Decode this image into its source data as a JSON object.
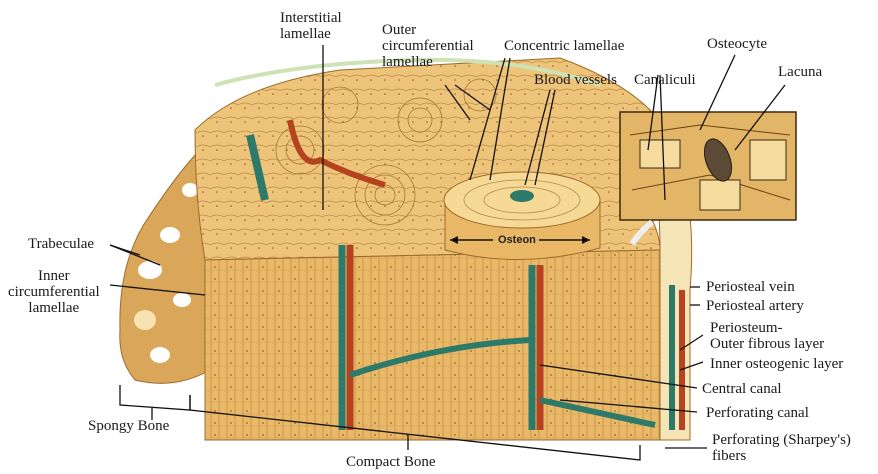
{
  "labels": {
    "interstitial": "Interstitial\nlamellae",
    "outer_circ": "Outer\ncircumferential\nlamellae",
    "concentric": "Concentric lamellae",
    "blood_vessels": "Blood vessels",
    "canaliculi": "Canaliculi",
    "osteocyte": "Osteocyte",
    "lacuna": "Lacuna",
    "trabeculae": "Trabeculae",
    "inner_circ": "Inner\ncircumferential\nlamellae",
    "osteon": "Osteon",
    "periosteal_vein": "Periosteal vein",
    "periosteal_artery": "Periosteal artery",
    "periosteum": "Periosteum-\nOuter fibrous layer",
    "osteogenic": "Inner osteogenic layer",
    "central_canal": "Central canal",
    "perforating_canal": "Perforating canal",
    "sharpey": "Perforating (Sharpey's)\nfibers",
    "spongy": "Spongy Bone",
    "compact": "Compact Bone"
  },
  "colors": {
    "bone_light": "#f2d58f",
    "bone_mid": "#e3b567",
    "bone_dark": "#c48a3c",
    "vein": "#2e7a6a",
    "artery": "#b5431f",
    "line": "#111111"
  }
}
